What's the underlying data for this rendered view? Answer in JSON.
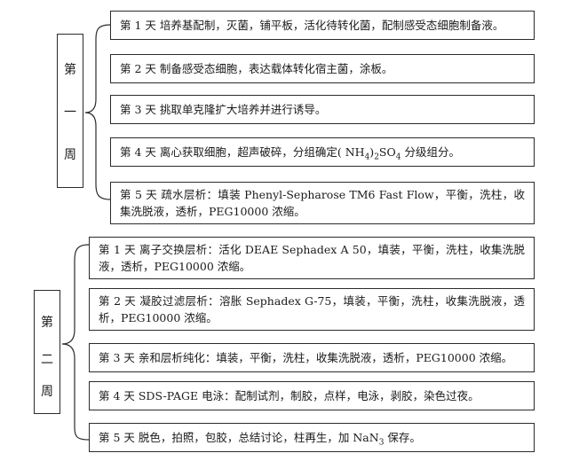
{
  "weeks": [
    {
      "label": [
        "第",
        "一",
        "周"
      ],
      "tasks": [
        {
          "text": "第 1 天 培养基配制，灭菌，铺平板，活化待转化菌，配制感受态细胞制备液。"
        },
        {
          "text": "第 2 天 制备感受态细胞，表达载体转化宿主菌，涂板。"
        },
        {
          "text": "第 3 天 挑取单克隆扩大培养并进行诱导。"
        },
        {
          "text_before": "第 4 天 离心获取细胞，超声破碎，分组确定( NH",
          "sub1": "4",
          "text_mid": ")",
          "sub2": "2",
          "text_after": "SO",
          "sub3": "4",
          "text_end": " 分级组分。"
        },
        {
          "text": "第 5 天 疏水层析：填装 Phenyl-Sepharose TM6 Fast Flow，平衡，洗柱，收集洗脱液，透析，PEG10000 浓缩。"
        }
      ]
    },
    {
      "label": [
        "第",
        "二",
        "周"
      ],
      "tasks": [
        {
          "text": "第 1 天 离子交换层析：活化 DEAE Sephadex A 50，填装，平衡，洗柱，收集洗脱液，透析，PEG10000 浓缩。"
        },
        {
          "text": "第 2 天 凝胶过滤层析：溶胀 Sephadex G-75，填装，平衡，洗柱，收集洗脱液，透析，PEG10000 浓缩。"
        },
        {
          "text": "第 3 天 亲和层析纯化：填装，平衡，洗柱，收集洗脱液，透析，PEG10000 浓缩。"
        },
        {
          "text": "第 4 天 SDS-PAGE 电泳：配制试剂，制胶，点样，电泳，剥胶，染色过夜。"
        },
        {
          "text_before": "第 5 天 脱色，拍照，包胶，总结讨论，柱再生，加 NaN",
          "sub1": "3",
          "text_end": " 保存。"
        }
      ]
    }
  ]
}
